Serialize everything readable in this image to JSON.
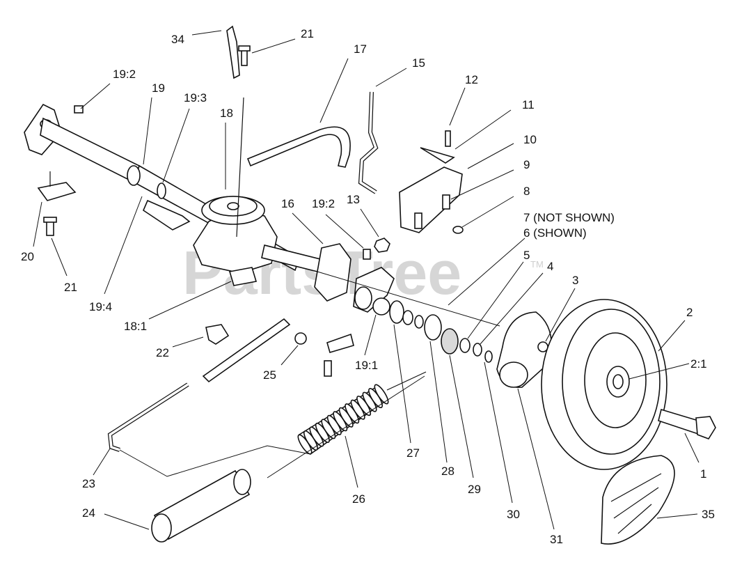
{
  "watermark": {
    "text": "PartsTree",
    "tm": "TM"
  },
  "callouts": {
    "c34": "34",
    "c21a": "21",
    "c17": "17",
    "c15": "15",
    "c12": "12",
    "c11": "11",
    "c10": "10",
    "c9": "9",
    "c8": "8",
    "c7": "7 (NOT SHOWN)",
    "c6": "6 (SHOWN)",
    "c19_2a": "19:2",
    "c19": "19",
    "c19_3": "19:3",
    "c18": "18",
    "c16": "16",
    "c19_2b": "19:2",
    "c13": "13",
    "c20": "20",
    "c21b": "21",
    "c19_4": "19:4",
    "c18_1": "18:1",
    "c5": "5",
    "c4": "4",
    "c3": "3",
    "c2": "2",
    "c2_1": "2:1",
    "c22": "22",
    "c25": "25",
    "c19_1": "19:1",
    "c27": "27",
    "c28": "28",
    "c29": "29",
    "c30": "30",
    "c31": "31",
    "c1": "1",
    "c23": "23",
    "c26": "26",
    "c24": "24",
    "c35": "35"
  }
}
